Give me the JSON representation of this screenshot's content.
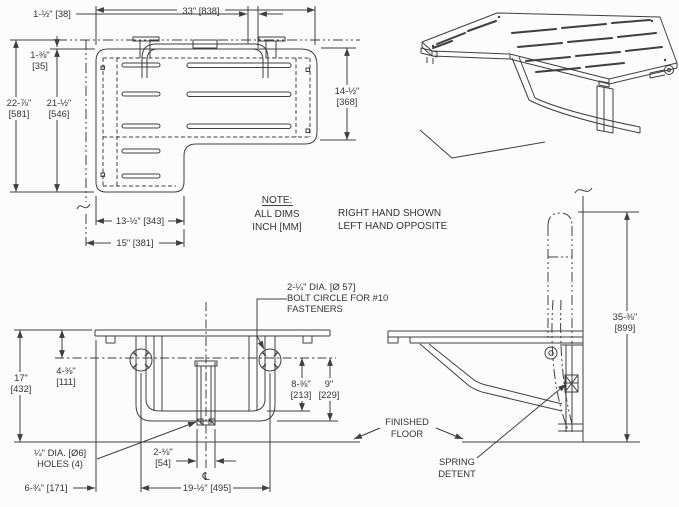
{
  "drawing": {
    "subject": "L-shaped folding shower seat, technical dimension drawing",
    "line_color": "#3f3f3f",
    "background_color": "#fcfcfc"
  },
  "notes": {
    "heading": "NOTE:",
    "line1": "ALL DIMS",
    "line2": "INCH [MM]",
    "hand_line1": "RIGHT HAND SHOWN",
    "hand_line2": "LEFT HAND OPPOSITE"
  },
  "plan_view": {
    "dim_wall_gap": "1-½\" [38]",
    "dim_frame_gap_in": "1-⅜\"",
    "dim_frame_gap_mm": "[35]",
    "dim_overall_width": "33\" [838]",
    "dim_overall_depth_in": "22-⅞\"",
    "dim_overall_depth_mm": "[581]",
    "dim_seat_depth_in": "21-½\"",
    "dim_seat_depth_mm": "[546]",
    "dim_right_depth_in": "14-½\"",
    "dim_right_depth_mm": "[368]",
    "dim_leg_width_inner": "13-½\" [343]",
    "dim_leg_width_outer": "15\" [381]"
  },
  "front_view": {
    "dim_height_in": "17\"",
    "dim_height_mm": "[432]",
    "dim_pivot_drop_in": "4-⅜\"",
    "dim_pivot_drop_mm": "[111]",
    "bolt_callout_line1": "2-¼\" DIA. [Ø 57]",
    "bolt_callout_line2": "BOLT CIRCLE FOR #10",
    "bolt_callout_line3": "FASTENERS",
    "dim_leg_inner_in": "8-⅜\"",
    "dim_leg_inner_mm": "[213]",
    "dim_leg_outer_in": "9\"",
    "dim_leg_outer_mm": "[229]",
    "holes_callout_line1": "¼\" DIA. [Ø6]",
    "holes_callout_line2": "HOLES (4)",
    "dim_channel_in": "2-⅛\"",
    "dim_channel_mm": "[54]",
    "centerline_symbol": "℄",
    "dim_edge_to_pivot": "6-¾\" [171]",
    "dim_pivot_span": "19-½\" [495]"
  },
  "side_view": {
    "dim_folded_height_in": "35-⅜\"",
    "dim_folded_height_mm": "[899]",
    "floor_label_line1": "FINISHED",
    "floor_label_line2": "FLOOR",
    "detent_label_line1": "SPRING",
    "detent_label_line2": "DETENT"
  }
}
